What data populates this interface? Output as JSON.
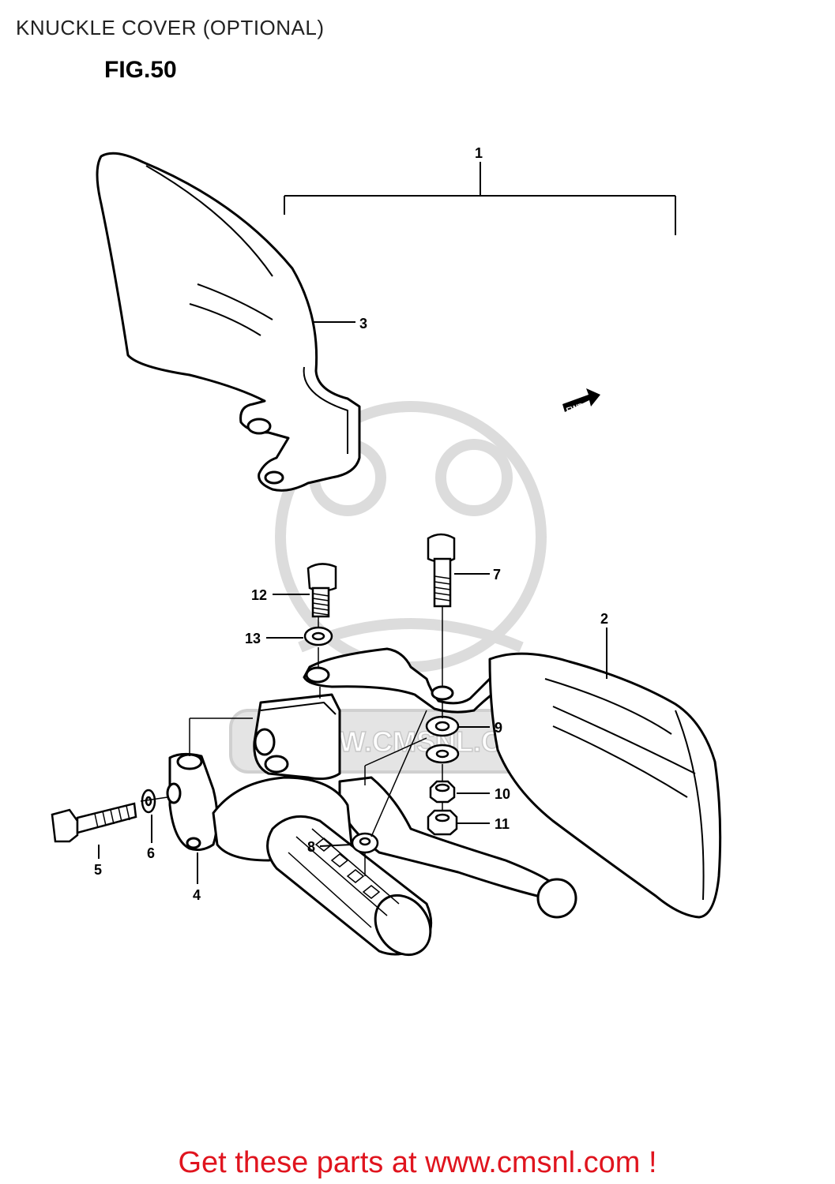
{
  "page_title": "KNUCKLE COVER (OPTIONAL)",
  "figure_label": "FIG.50",
  "fwd_label": "FWD",
  "watermark_text": "WWW.CMSNL.COM",
  "callouts": {
    "c1": "1",
    "c2": "2",
    "c3": "3",
    "c4": "4",
    "c5": "5",
    "c6": "6",
    "c7": "7",
    "c8": "8",
    "c9": "9",
    "c10": "10",
    "c11": "11",
    "c12": "12",
    "c13": "13"
  },
  "footer": {
    "text": "Get these parts at www.cmsnl.com !"
  },
  "colors": {
    "line": "#000000",
    "watermark": "#d9d9d9",
    "footer": "#e0141e"
  }
}
